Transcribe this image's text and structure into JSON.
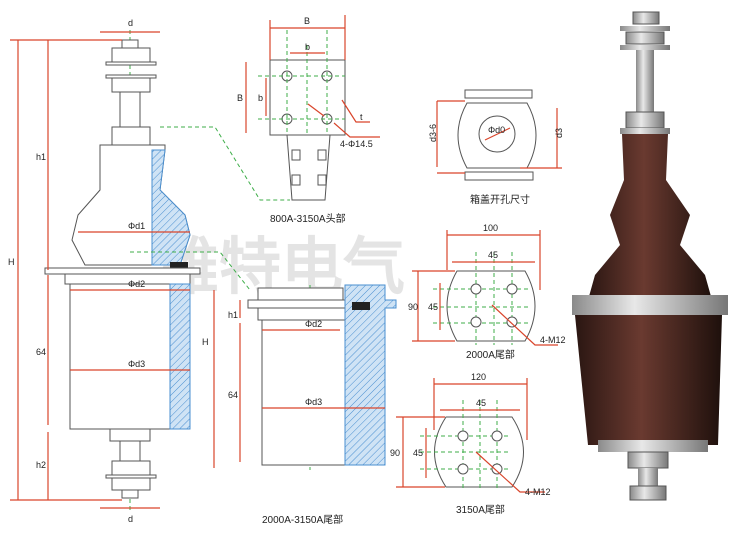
{
  "watermark": "雄特电气",
  "main_drawing": {
    "labels": {
      "d_top": "d",
      "d_bottom": "d",
      "H": "H",
      "h1": "h1",
      "h2": "h2",
      "len64": "64",
      "phi_d1": "Φd1",
      "phi_d2": "Φd2",
      "phi_d3": "Φd3"
    }
  },
  "head_detail": {
    "caption": "800A-3150A头部",
    "labels": {
      "B_top": "B",
      "b_top": "b",
      "B_left": "B",
      "b_left": "b",
      "t": "t",
      "holes": "4-Φ14.5"
    }
  },
  "tail_detail": {
    "caption": "2000A-3150A尾部",
    "labels": {
      "h1": "h1",
      "H": "H",
      "len64": "64",
      "phi_d2": "Φd2",
      "phi_d3": "Φd3"
    }
  },
  "cover_hole": {
    "caption": "箱盖开孔尺寸",
    "labels": {
      "d3_6": "d3-6",
      "d3": "d3",
      "phi_d0": "Φd0"
    }
  },
  "tail_2000": {
    "caption": "2000A尾部",
    "labels": {
      "width": "100",
      "hole_spacing_h": "45",
      "height": "90",
      "hole_spacing_v": "45",
      "holes": "4-M12"
    }
  },
  "tail_3150": {
    "caption": "3150A尾部",
    "labels": {
      "width": "120",
      "hole_spacing_h": "45",
      "height": "90",
      "hole_spacing_v": "45",
      "holes": "4-M12"
    }
  },
  "colors": {
    "dimension": "#d9452b",
    "centerline": "#3fae4a",
    "section": "#4a8fd0",
    "porcelain": "#4a2a22"
  }
}
